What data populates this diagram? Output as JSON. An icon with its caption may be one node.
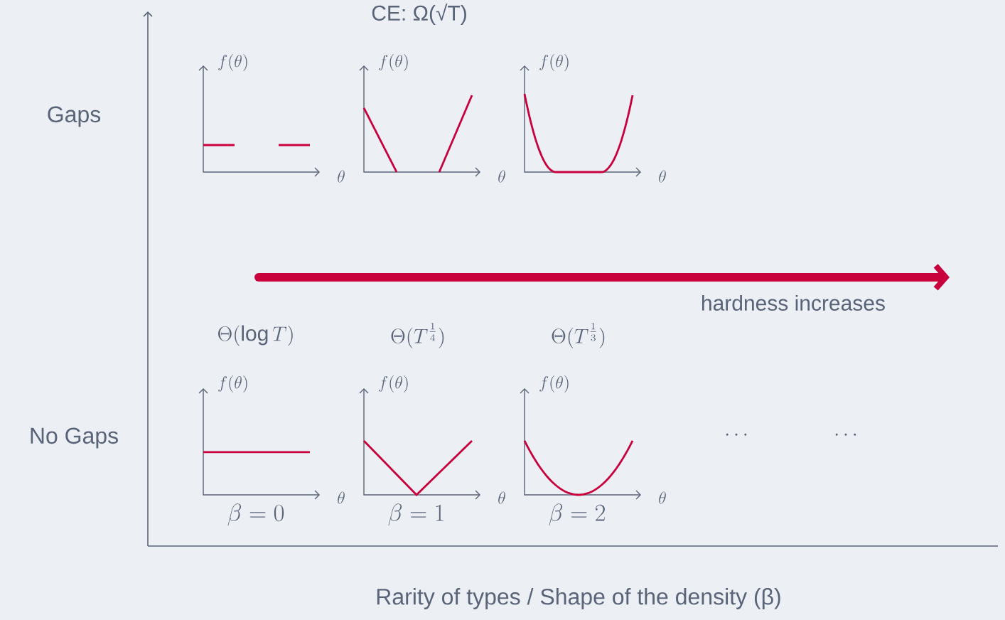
{
  "diagram": {
    "labels": [
      "CE: Ω(√T)",
      "f(\\theta)",
      "f(\\theta)",
      "f(\\theta)",
      "Gaps",
      "\\theta",
      "\\theta",
      "\\theta",
      "hardness increases",
      "\\Theta(\\log T)",
      "\\Theta(T^{\\frac{1}{4}})",
      "\\Theta(T^{\\frac{1}{3}})",
      "f(\\theta)",
      "f(\\theta)",
      "f(\\theta)",
      "No Gaps",
      "\\theta",
      "\\theta",
      "\\theta",
      "\\cdots",
      "\\cdots",
      "\\beta = 0",
      "\\beta = 1",
      "\\beta = 2",
      "Rarity of types / Shape of the density (β)"
    ]
  }
}
